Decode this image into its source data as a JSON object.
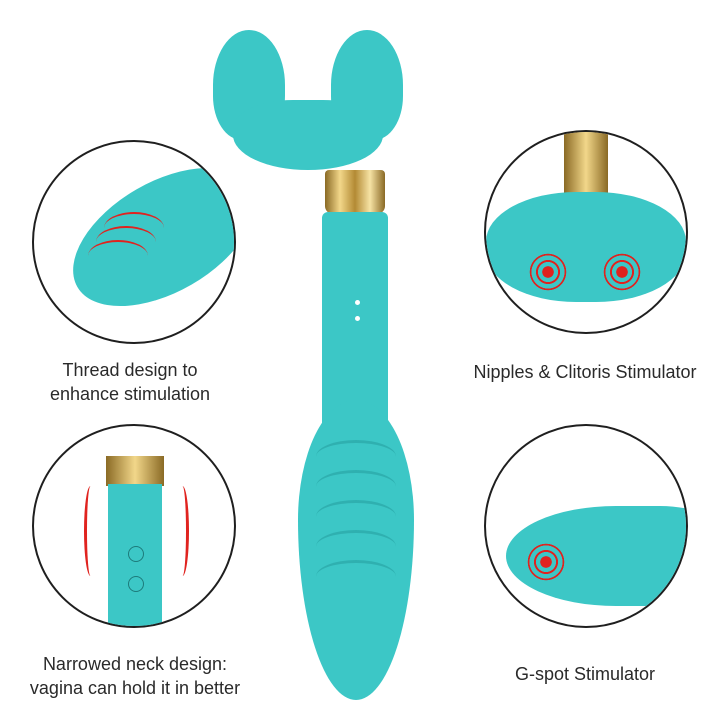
{
  "product": {
    "colors": {
      "teal": "#3cc7c6",
      "gold": "#c9a552",
      "accent_red": "#e0231f"
    }
  },
  "callouts": [
    {
      "position": "top-left",
      "label_line1": "Thread design to",
      "label_line2": "enhance stimulation"
    },
    {
      "position": "top-right",
      "label_line1": "Nipples & Clitoris Stimulator",
      "label_line2": ""
    },
    {
      "position": "bottom-left",
      "label_line1": "Narrowed neck design:",
      "label_line2": "vagina can hold it in better"
    },
    {
      "position": "bottom-right",
      "label_line1": "G-spot Stimulator",
      "label_line2": ""
    }
  ],
  "icons": [
    "power-icon",
    "mode-icon"
  ]
}
